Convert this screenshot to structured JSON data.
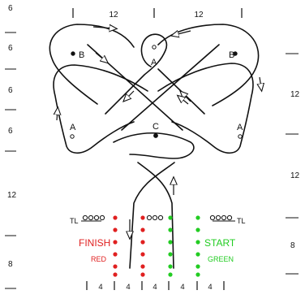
{
  "top_dimensions": [
    "12",
    "12"
  ],
  "left_dimensions": [
    "6",
    "6",
    "6",
    "6",
    "12",
    "8"
  ],
  "right_dimensions": [
    "12",
    "12",
    "8"
  ],
  "bottom_dimensions": [
    "4",
    "4",
    "4",
    "4",
    "4"
  ],
  "knot_labels": {
    "b_left": "B",
    "a_top": "A",
    "b_right": "B",
    "a_left": "A",
    "c_center": "C",
    "a_right": "A"
  },
  "tl_left": "TL",
  "tl_right": "TL",
  "finish": {
    "label": "FINISH",
    "sub": "RED",
    "color": "#e02020"
  },
  "start": {
    "label": "START",
    "sub": "GREEN",
    "color": "#22cc22"
  },
  "line_color": "#111111"
}
